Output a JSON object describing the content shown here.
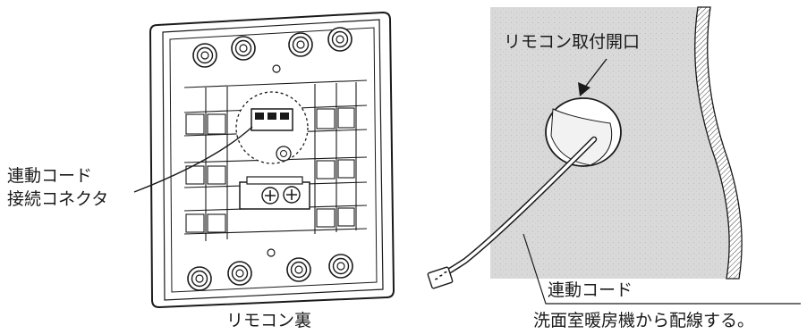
{
  "labels": {
    "connector_line1": "連動コード",
    "connector_line2": "接続コネクタ",
    "remote_back": "リモコン裏",
    "mount_opening": "リモコン取付開口",
    "interlock_cord": "連動コード",
    "wiring_note": "洗面室暖房機から配線する。"
  },
  "colors": {
    "line": "#1a1a1a",
    "wall": "#d6d6d6",
    "panel": "#ffffff"
  }
}
